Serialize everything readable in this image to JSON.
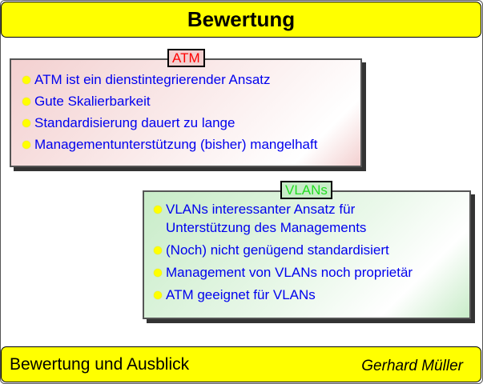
{
  "header": {
    "title": "Bewertung"
  },
  "atm": {
    "label": "ATM",
    "items": [
      "ATM ist ein dienstintegrierender Ansatz",
      "Gute Skalierbarkeit",
      "Standardisierung dauert zu lange",
      "Managementunterstützung (bisher) mangelhaft"
    ]
  },
  "vlans": {
    "label": "VLANs",
    "items": [
      "VLANs interessanter Ansatz für Unterstützung des Managements",
      "(Noch) nicht genügend standardisiert",
      "Management von VLANs noch proprietär",
      "ATM geeignet für VLANs"
    ]
  },
  "footer": {
    "left": "Bewertung und Ausblick",
    "author": "Gerhard Müller"
  },
  "colors": {
    "bar": "#ffff00",
    "text": "#0000ee",
    "atm_label": "#ff0000",
    "vlan_label": "#22dd22"
  }
}
